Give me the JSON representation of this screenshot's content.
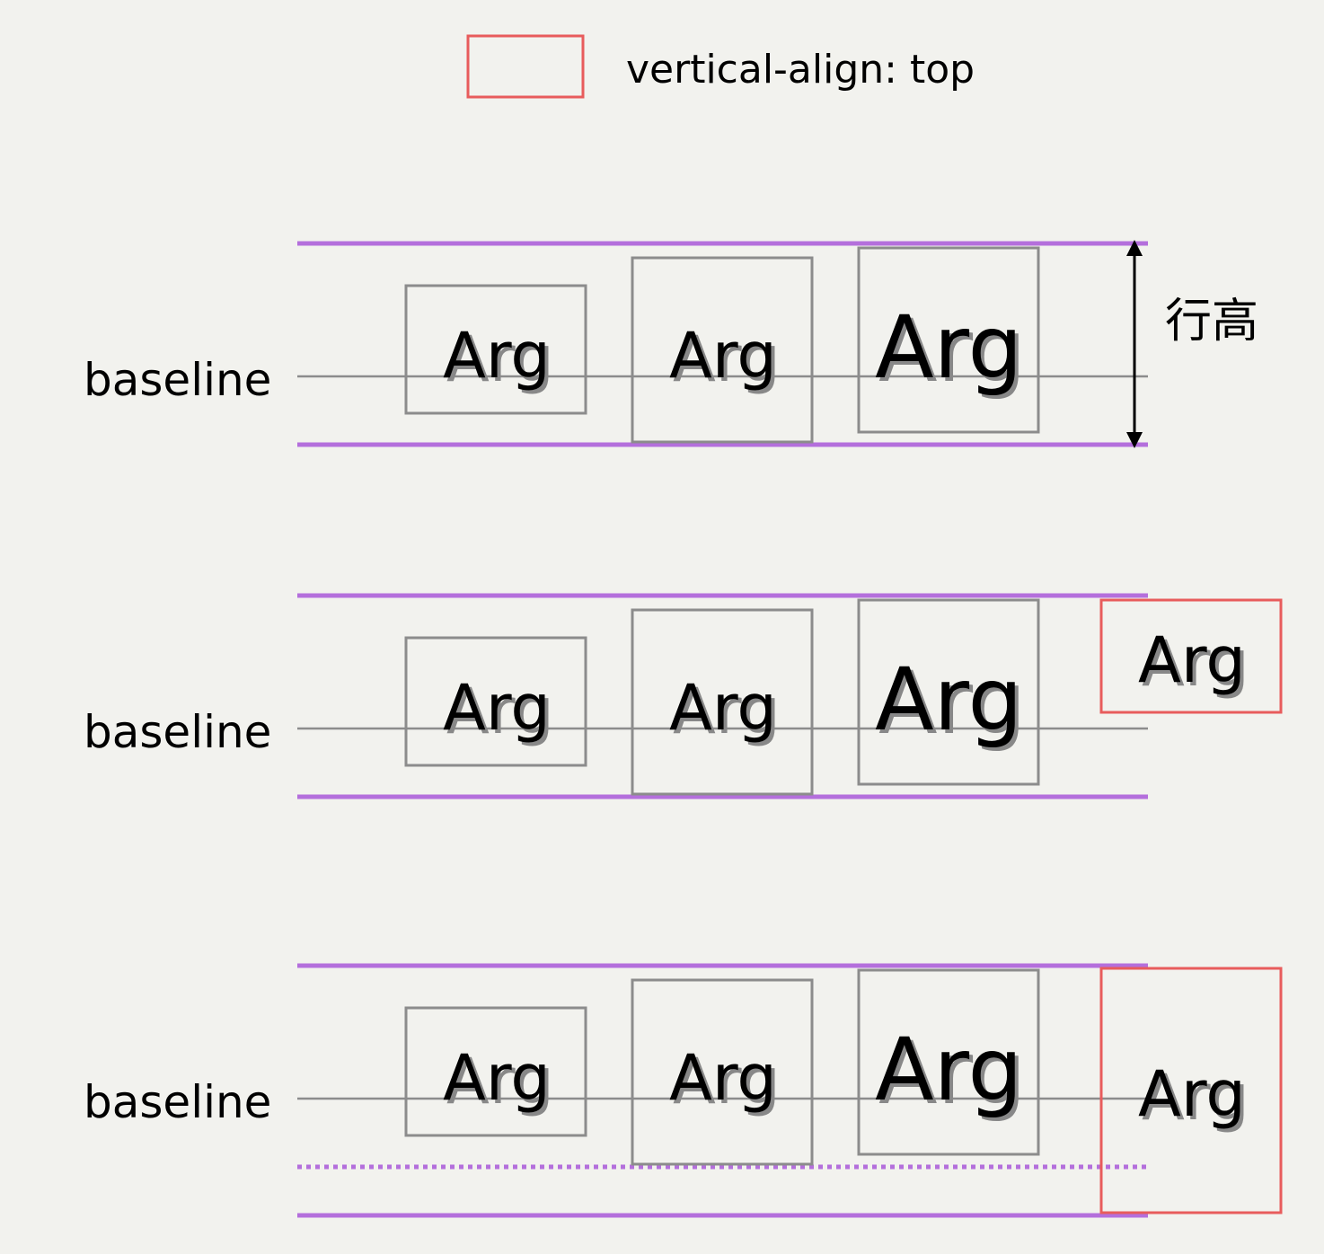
{
  "legend": {
    "label": "vertical-align: top",
    "swatch_color": "#e85c5c"
  },
  "annotation": {
    "line_height_label": "行高"
  },
  "rows": [
    {
      "baseline_label": "baseline",
      "boxes": [
        "Arg",
        "Arg",
        "Arg"
      ],
      "top_aligned_box": null
    },
    {
      "baseline_label": "baseline",
      "boxes": [
        "Arg",
        "Arg",
        "Arg"
      ],
      "top_aligned_box": "Arg"
    },
    {
      "baseline_label": "baseline",
      "boxes": [
        "Arg",
        "Arg",
        "Arg"
      ],
      "top_aligned_box": "Arg"
    }
  ],
  "colors": {
    "background": "#f2f2ee",
    "line_box": "#b46fdc",
    "baseline": "#8c8c8c",
    "inline_box_border": "#8c8c8c",
    "top_aligned_border": "#e85c5c",
    "arrow": "#000000"
  }
}
